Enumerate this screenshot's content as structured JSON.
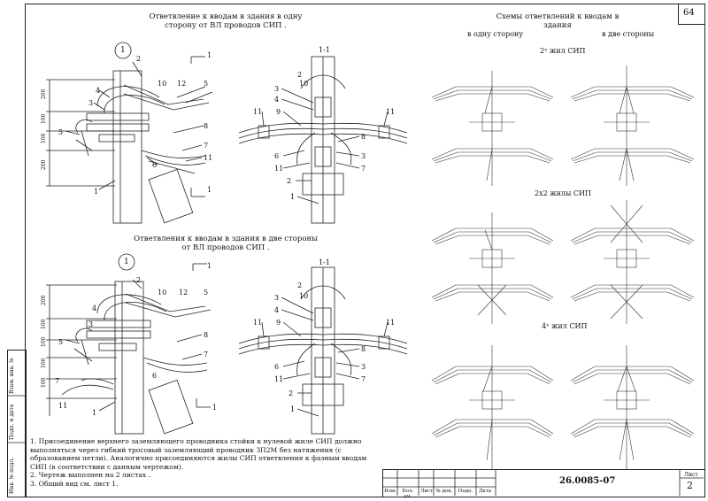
{
  "sheet_number_top": "64",
  "left": {
    "title_one_side": "Ответвление к вводам в здания в одну сторону от ВЛ проводов СИП .",
    "title_two_sides": "Ответвления к вводам в здания в две стороны от ВЛ проводов СИП .",
    "section_label": "1-1",
    "circle_label": "1",
    "section_mark": "1",
    "dims": [
      "200",
      "100",
      "100",
      "200"
    ],
    "dims2": [
      "200",
      "100",
      "100",
      "100",
      "100"
    ],
    "callouts_top": [
      "2",
      "4",
      "3",
      "5",
      "10",
      "12",
      "5",
      "8",
      "6",
      "7",
      "11",
      "1"
    ],
    "callouts_section": [
      "2",
      "10",
      "3",
      "4",
      "11",
      "9",
      "11",
      "8",
      "6",
      "11",
      "3",
      "7",
      "2",
      "1"
    ]
  },
  "right": {
    "title": "Схемы ответвлений к вводам в здания",
    "col_left": "в одну сторону",
    "col_right": "в две стороны",
    "row1": "2ˣ жил СИП",
    "row2": "2х2 жилы СИП",
    "row3": "4ˣ жил СИП"
  },
  "notes": {
    "n1": "1. Присоединение верхнего заземляющего проводника стойки к нулевой жиле СИП должно выполняться через гибкий тросовый заземляющий проводник ЗП2М без натяжения (с образованием петли). Аналогично присоединяются жилы СИП ответвления к фазным вводам СИП (в соответствии с данным чертежом).",
    "n2": "2. Чертеж выполнен на 2 листах .",
    "n3": "3. Общий вид см. лист 1."
  },
  "stamp": {
    "code": "26.0085-07",
    "sheet_label": "Лист",
    "sheet_no": "2",
    "cols": [
      "Изм.",
      "Кол. уч.",
      "Лист",
      "№ док.",
      "Подп.",
      "Дата"
    ]
  },
  "side_stamp": [
    "Инв. № подл.",
    "Подп. и дата",
    "Взам. инв. №"
  ]
}
